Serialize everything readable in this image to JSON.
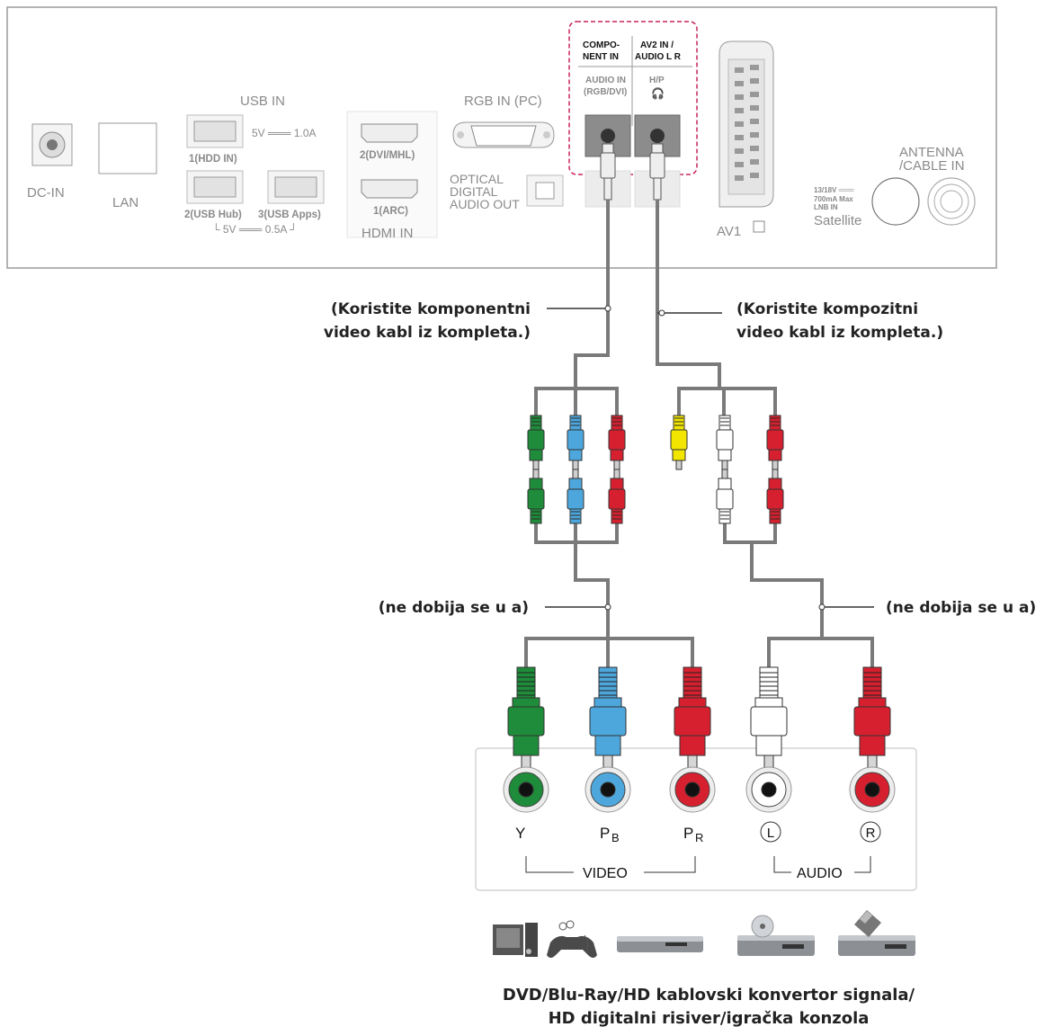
{
  "tv_panel": {
    "dc_in": "DC-IN",
    "lan": "LAN",
    "usb_in": "USB IN",
    "usb1": "1(HDD IN)",
    "usb2": "2(USB Hub)",
    "usb3": "3(USB Apps)",
    "usb_power_1": "5V ═══ 1.0A",
    "usb_power_2": "└ 5V ═══ 0.5A ┘",
    "hdmi2": "2(DVI/MHL)",
    "hdmi1": "1(ARC)",
    "hdmi_in": "HDMI IN",
    "rgb_in": "RGB IN (PC)",
    "optical_1": "OPTICAL",
    "optical_2": "DIGITAL",
    "optical_3": "AUDIO OUT",
    "component_1": "COMPO-",
    "component_2": "NENT IN",
    "av2_1": "AV2 IN /",
    "av2_2": "AUDIO L R",
    "audio_in_1": "AUDIO IN",
    "audio_in_2": "(RGB/DVI)",
    "hp": "H/P",
    "av1": "AV1",
    "antenna_1": "ANTENNA",
    "antenna_2": "/CABLE IN",
    "sat_1": "13/18V ═══",
    "sat_2": "700mA Max",
    "sat_3": "LNB IN",
    "satellite": "Satellite"
  },
  "notes": {
    "component_cable_1": "(Koristite komponentni",
    "component_cable_2": "video kabl iz kompleta.)",
    "composite_cable_1": "(Koristite kompozitni",
    "composite_cable_2": "video kabl iz kompleta.)",
    "not_included_left": "(ne dobija se u a)",
    "not_included_right": "(ne dobija se u a)"
  },
  "device_panel": {
    "y": "Y",
    "pb": "P",
    "pb_sub": "B",
    "pr": "P",
    "pr_sub": "R",
    "l": "L",
    "r": "R",
    "video": "VIDEO",
    "audio": "AUDIO"
  },
  "colors": {
    "green": "#1e8c3a",
    "blue": "#4ea7dc",
    "red": "#d7202f",
    "yellow": "#f2e600",
    "white": "#ffffff",
    "highlight": "#c8245c"
  },
  "caption": {
    "line1": "DVD/Blu-Ray/HD kablovski konvertor signala/",
    "line2": "HD digitalni risiver/igračka konzola"
  },
  "device_icons": [
    "pc-icon",
    "gamepad-icon",
    "dvd-player-icon",
    "blu-ray-player-icon",
    "set-top-box-icon"
  ]
}
